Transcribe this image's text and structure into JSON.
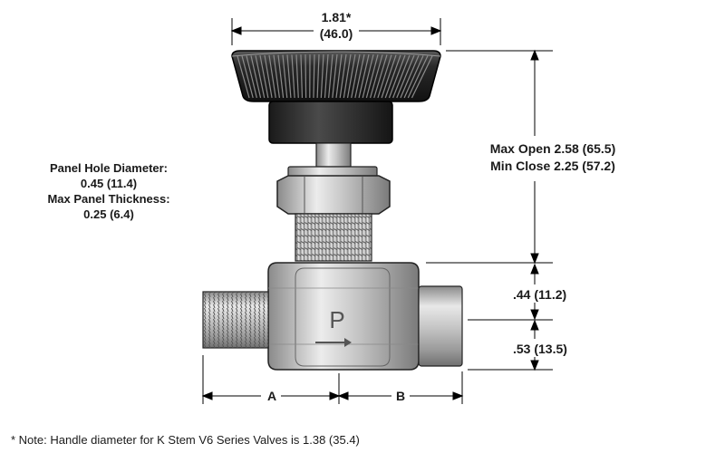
{
  "dimensions": {
    "width_in": "1.81*",
    "width_mm": "(46.0)",
    "max_open": "Max Open 2.58 (65.5)",
    "min_close": "Min Close 2.25 (57.2)",
    "upper_body": ".44 (11.2)",
    "lower_body": ".53 (13.5)",
    "a_label": "A",
    "b_label": "B"
  },
  "panel": {
    "hole_title": "Panel Hole Diameter:",
    "hole_value": "0.45 (11.4)",
    "thickness_title": "Max Panel Thickness:",
    "thickness_value": "0.25 (6.4)"
  },
  "body_mark": "P",
  "footnote": "* Note: Handle diameter for K Stem V6 Series Valves is 1.38 (35.4)"
}
